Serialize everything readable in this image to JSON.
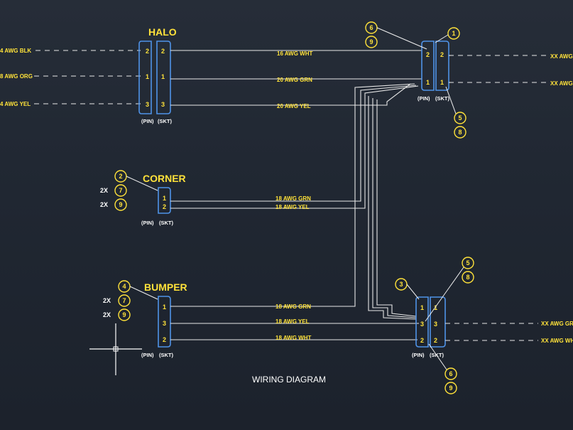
{
  "diagram": {
    "title": "WIRING DIAGRAM",
    "pin_label": "(PIN)",
    "socket_label": "(SKT)",
    "left_wires": [
      "4 AWG BLK",
      "8 AWG ORG",
      "4 AWG YEL"
    ],
    "right_wires_top": [
      "XX AWG",
      "XX AWG"
    ],
    "right_wires_bottom": [
      "XX AWG GR",
      "XX AWG WH"
    ],
    "connectors": {
      "halo": {
        "name": "HALO",
        "pins_left": [
          "2",
          "1",
          "3"
        ],
        "pins_right": [
          "2",
          "1",
          "3"
        ],
        "wires": [
          "16 AWG WHT",
          "20 AWG GRN",
          "20 AWG YEL"
        ]
      },
      "corner": {
        "name": "CORNER",
        "pins": [
          "1",
          "2"
        ],
        "wires": [
          "18 AWG GRN",
          "18 AWG YEL"
        ],
        "balloons": [
          "2",
          "7",
          "9"
        ],
        "multipliers": [
          "2X",
          "2X"
        ]
      },
      "bumper": {
        "name": "BUMPER",
        "pins": [
          "1",
          "3",
          "2"
        ],
        "wires": [
          "18 AWG GRN",
          "18 AWG YEL",
          "18 AWG WHT"
        ],
        "balloons": [
          "4",
          "7",
          "9"
        ],
        "multipliers": [
          "2X",
          "2X"
        ]
      },
      "top_right": {
        "pins_left": [
          "2",
          "1"
        ],
        "pins_right": [
          "2",
          "1"
        ],
        "balloons_left": [
          "6",
          "9"
        ],
        "balloon_top": "1",
        "balloons_bottom": [
          "5",
          "8"
        ]
      },
      "bottom_right": {
        "pins_left": [
          "1",
          "3",
          "2"
        ],
        "pins_right": [
          "1",
          "3",
          "2"
        ],
        "balloon_left": "3",
        "balloons_top": [
          "5",
          "8"
        ],
        "balloons_bottom": [
          "6",
          "9"
        ]
      }
    }
  }
}
